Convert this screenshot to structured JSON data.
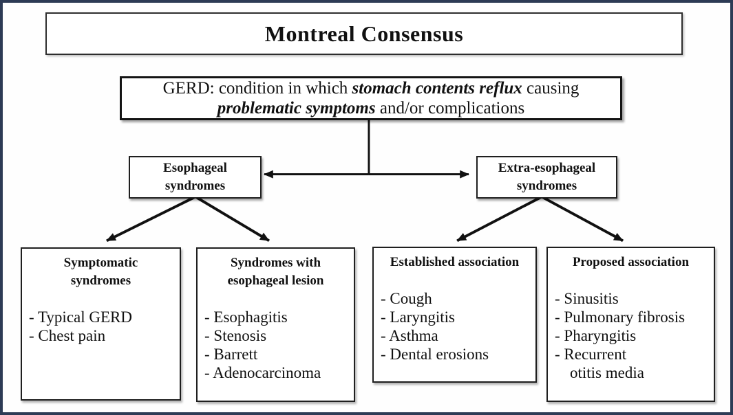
{
  "title": "Montreal Consensus",
  "definition": {
    "plain1": "GERD: condition in which ",
    "emph1": "stomach contents reflux",
    "plain2": " causing",
    "emph2": "problematic symptoms",
    "plain3": " and/or complications"
  },
  "nodes": {
    "esophageal": {
      "line1": "Esophageal",
      "line2": "syndromes"
    },
    "extra_esophageal": {
      "line1": "Extra-esophageal",
      "line2": "syndromes"
    }
  },
  "leaves": [
    {
      "title_lines": [
        "Symptomatic",
        "syndromes"
      ],
      "items": [
        "- Typical GERD",
        "- Chest pain"
      ]
    },
    {
      "title_lines": [
        "Syndromes with",
        "esophageal lesion"
      ],
      "items": [
        "- Esophagitis",
        "- Stenosis",
        "- Barrett",
        "- Adenocarcinoma"
      ]
    },
    {
      "title_lines": [
        "Established association"
      ],
      "items": [
        "- Cough",
        "- Laryngitis",
        "- Asthma",
        "- Dental erosions"
      ]
    },
    {
      "title_lines": [
        "Proposed association"
      ],
      "items": [
        "- Sinusitis",
        "- Pulmonary fibrosis",
        "- Pharyngitis",
        "- Recurrent",
        "otitis media"
      ]
    }
  ],
  "colors": {
    "outer_border": "#2d3b55",
    "box_border": "#1a1a1a",
    "arrow": "#111111",
    "background": "#ffffff"
  }
}
